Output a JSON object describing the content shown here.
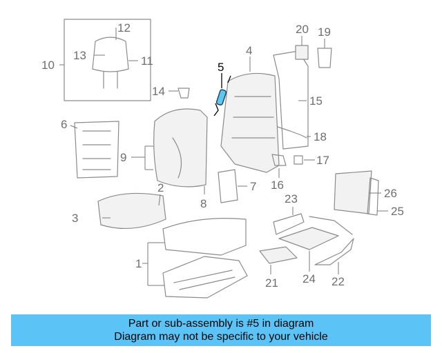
{
  "diagram": {
    "highlighted_part": "5",
    "callouts": {
      "c1": "1",
      "c2": "2",
      "c3": "3",
      "c4": "4",
      "c5": "5",
      "c6": "6",
      "c7": "7",
      "c8": "8",
      "c9": "9",
      "c10": "10",
      "c11": "11",
      "c12": "12",
      "c13": "13",
      "c14": "14",
      "c15": "15",
      "c16": "16",
      "c17": "17",
      "c18": "18",
      "c19": "19",
      "c20": "20",
      "c21": "21",
      "c22": "22",
      "c23": "23",
      "c24": "24",
      "c25": "25",
      "c26": "26"
    },
    "colors": {
      "highlight": "#5fc6ef",
      "banner": "#5bc3f5",
      "line": "#8a8a8a"
    }
  },
  "banner": {
    "line1": "Part or sub-assembly is #5 in diagram",
    "line2": "Diagram may not be specific to your vehicle"
  }
}
